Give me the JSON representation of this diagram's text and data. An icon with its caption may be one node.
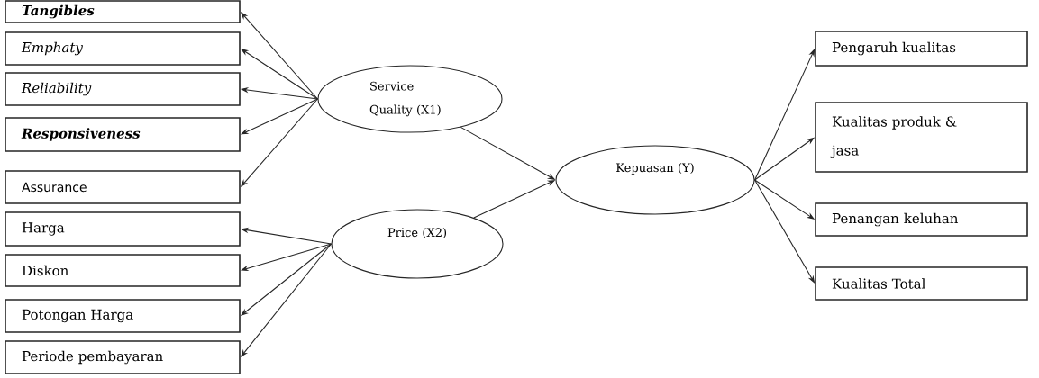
{
  "diagram": {
    "nodes": [
      {
        "text": [
          "Tangibles"
        ]
      },
      {
        "text": [
          "Emphaty"
        ]
      },
      {
        "text": [
          "Reliability"
        ]
      },
      {
        "text": [
          "Responsiveness"
        ]
      },
      {
        "text": [
          "Assurance"
        ]
      },
      {
        "text": [
          "Harga"
        ]
      },
      {
        "text": [
          "Diskon"
        ]
      },
      {
        "text": [
          "Potongan Harga"
        ]
      },
      {
        "text": [
          "Periode pembayaran"
        ]
      },
      {
        "text": [
          "Service Quality (X1)"
        ]
      },
      {
        "text": [
          "Price (X2)"
        ]
      },
      {
        "text": [
          "Kepuasan (Y)"
        ]
      },
      {
        "text": [
          "Pengaruh kualitas"
        ]
      },
      {
        "text": [
          "Kualitas produk & jasa"
        ]
      },
      {
        "text": [
          "Penangan keluhan"
        ]
      },
      {
        "text": [
          "Kualitas Total"
        ]
      }
    ],
    "edges": [
      {
        "from": 9,
        "to": 0,
        "arrow": "to"
      },
      {
        "from": 9,
        "to": 1,
        "arrow": "to"
      },
      {
        "from": 9,
        "to": 2,
        "arrow": "to"
      },
      {
        "from": 9,
        "to": 3,
        "arrow": "to"
      },
      {
        "from": 9,
        "to": 4,
        "arrow": "to"
      },
      {
        "from": 10,
        "to": 5,
        "arrow": "to"
      },
      {
        "from": 10,
        "to": 6,
        "arrow": "to"
      },
      {
        "from": 10,
        "to": 7,
        "arrow": "to"
      },
      {
        "from": 10,
        "to": 8,
        "arrow": "to"
      },
      {
        "from": 9,
        "to": 11,
        "arrow": "to"
      },
      {
        "from": 10,
        "to": 11,
        "arrow": "to"
      },
      {
        "from": 11,
        "to": 12,
        "arrow": "to"
      },
      {
        "from": 11,
        "to": 13,
        "arrow": "to"
      },
      {
        "from": 11,
        "to": 14,
        "arrow": "to"
      },
      {
        "from": 11,
        "to": 15,
        "arrow": "to"
      }
    ]
  }
}
